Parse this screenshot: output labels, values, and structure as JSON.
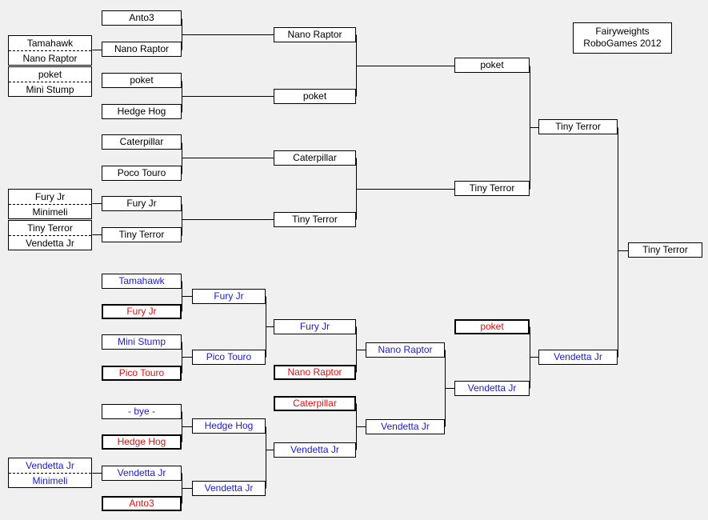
{
  "title": {
    "line1": "Fairyweights",
    "line2": "RoboGames 2012"
  },
  "colors": {
    "winners_bracket": "#000000",
    "losers_bracket_advancing": "#1a1ad4",
    "eliminated": "#e01010"
  },
  "pairs": [
    {
      "top": "Tamahawk",
      "bottom": "Nano Raptor",
      "color": "black"
    },
    {
      "top": "poket",
      "bottom": "Mini Stump",
      "color": "black"
    },
    {
      "top": "Fury Jr",
      "bottom": "Minimeli",
      "color": "black"
    },
    {
      "top": "Tiny Terror",
      "bottom": "Vendetta Jr",
      "color": "black"
    },
    {
      "top": "Vendetta Jr",
      "bottom": "Minimeli",
      "color": "blue"
    }
  ],
  "winners": {
    "round1": [
      "Anto3",
      "Nano Raptor",
      "poket",
      "Hedge Hog",
      "Caterpillar",
      "Poco Touro",
      "Fury Jr",
      "Tiny Terror"
    ],
    "round2": [
      "Nano Raptor",
      "poket",
      "Caterpillar",
      "Tiny Terror"
    ],
    "round3": [
      "poket",
      "Tiny Terror"
    ],
    "final": "Tiny Terror"
  },
  "grand_final": "Tiny Terror",
  "losers": {
    "round1": [
      {
        "label": "Tamahawk",
        "eliminated": false
      },
      {
        "label": "Fury Jr",
        "eliminated": true
      },
      {
        "label": "Mini Stump",
        "eliminated": false
      },
      {
        "label": "Pico Touro",
        "eliminated": true
      },
      {
        "label": "- bye -",
        "eliminated": false
      },
      {
        "label": "Hedge Hog",
        "eliminated": true
      },
      {
        "label": "Vendetta Jr",
        "eliminated": false
      },
      {
        "label": "Anto3",
        "eliminated": true
      }
    ],
    "round2": [
      "Fury Jr",
      "Pico Touro",
      "Hedge Hog",
      "Vendetta Jr"
    ],
    "round3": [
      {
        "label": "Fury Jr",
        "eliminated": false
      },
      {
        "label": "Nano Raptor",
        "eliminated": true
      },
      {
        "label": "Caterpillar",
        "eliminated": true
      },
      {
        "label": "Vendetta Jr",
        "eliminated": false
      }
    ],
    "round4": [
      "Nano Raptor",
      "Vendetta Jr"
    ],
    "round5": {
      "label": "poket",
      "eliminated": true
    },
    "round5_other": "Vendetta Jr",
    "final": "Vendetta Jr"
  }
}
